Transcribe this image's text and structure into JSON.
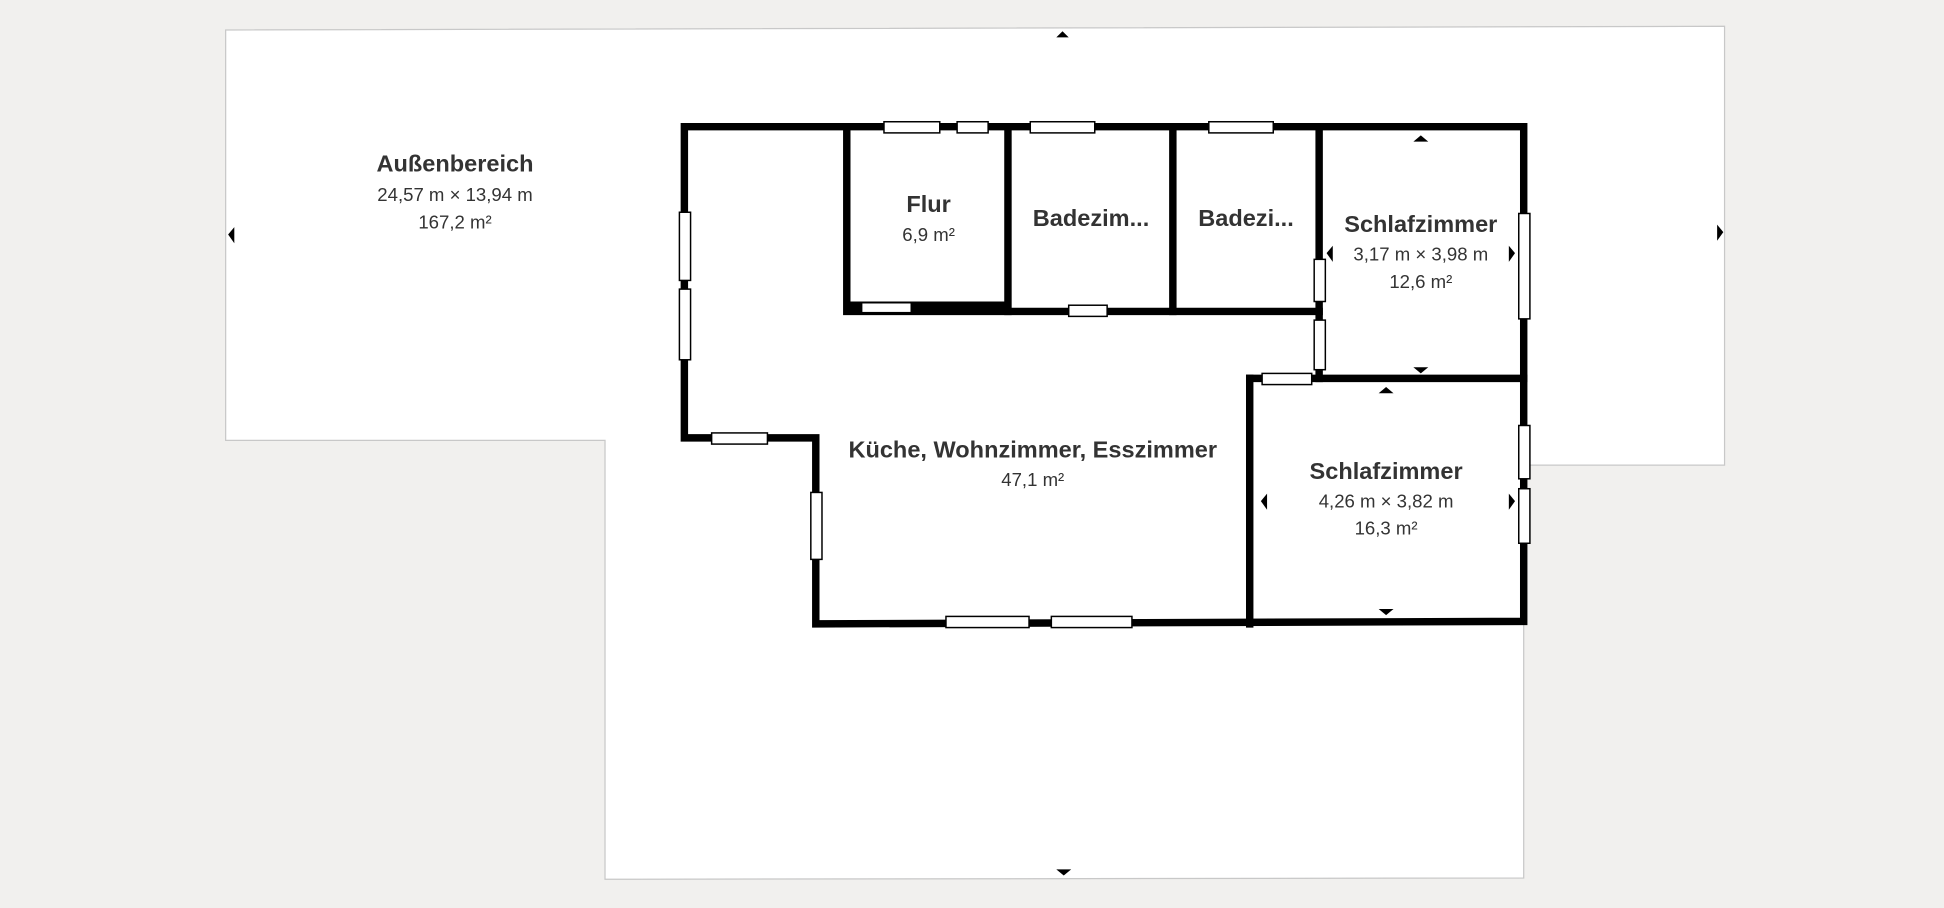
{
  "floorplan": {
    "rooms": [
      {
        "name": "Außenbereich",
        "dimensions": "24,57 m × 13,94 m",
        "area": "167,2 m²"
      },
      {
        "name": "Flur",
        "area": "6,9 m²"
      },
      {
        "name": "Badezim...",
        "area": ""
      },
      {
        "name": "Badezi...",
        "area": ""
      },
      {
        "name": "Schlafzimmer",
        "dimensions": "3,17 m × 3,98 m",
        "area": "12,6 m²"
      },
      {
        "name": "Küche, Wohnzimmer, Esszimmer",
        "area": "47,1 m²"
      },
      {
        "name": "Schlafzimmer",
        "dimensions": "4,26 m × 3,82 m",
        "area": "16,3 m²"
      }
    ],
    "colors": {
      "background": "#f1f0ee",
      "room_fill": "#ffffff",
      "wall": "#000000",
      "text": "#333333"
    }
  }
}
